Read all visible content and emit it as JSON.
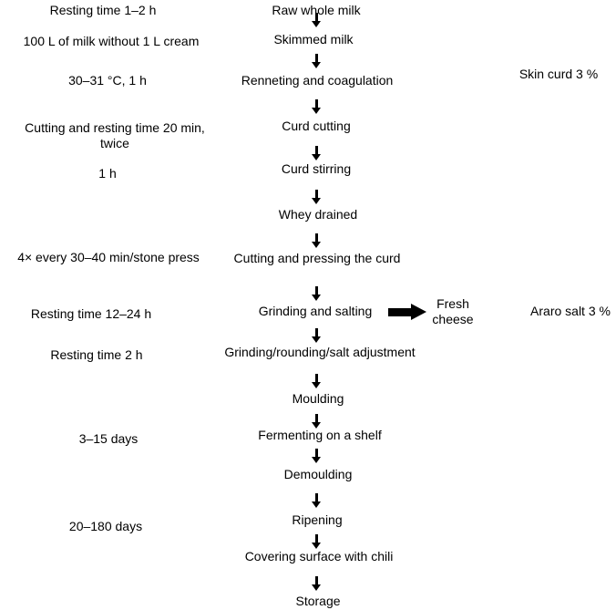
{
  "steps": [
    "Raw whole milk",
    "Skimmed milk",
    "Renneting and coagulation",
    "Curd cutting",
    "Curd stirring",
    "Whey drained",
    "Cutting and pressing the curd",
    "Grinding and salting",
    "Grinding/rounding/salt adjustment",
    "Moulding",
    "Fermenting on a shelf",
    "Demoulding",
    "Ripening",
    "Covering surface with chili",
    "Storage"
  ],
  "left_notes": [
    "Resting time 1–2 h",
    "100 L of milk without 1 L cream",
    "30–31 °C, 1 h",
    "Cutting and resting time 20 min,",
    "twice",
    "1 h",
    "4× every 30–40 min/stone press",
    "Resting time 12–24 h",
    "Resting time 2 h",
    "3–15 days",
    "20–180 days"
  ],
  "right_notes": [
    "Skin curd 3 %",
    "Araro salt 3 %"
  ],
  "branch": {
    "line1": "Fresh",
    "line2": "cheese"
  }
}
